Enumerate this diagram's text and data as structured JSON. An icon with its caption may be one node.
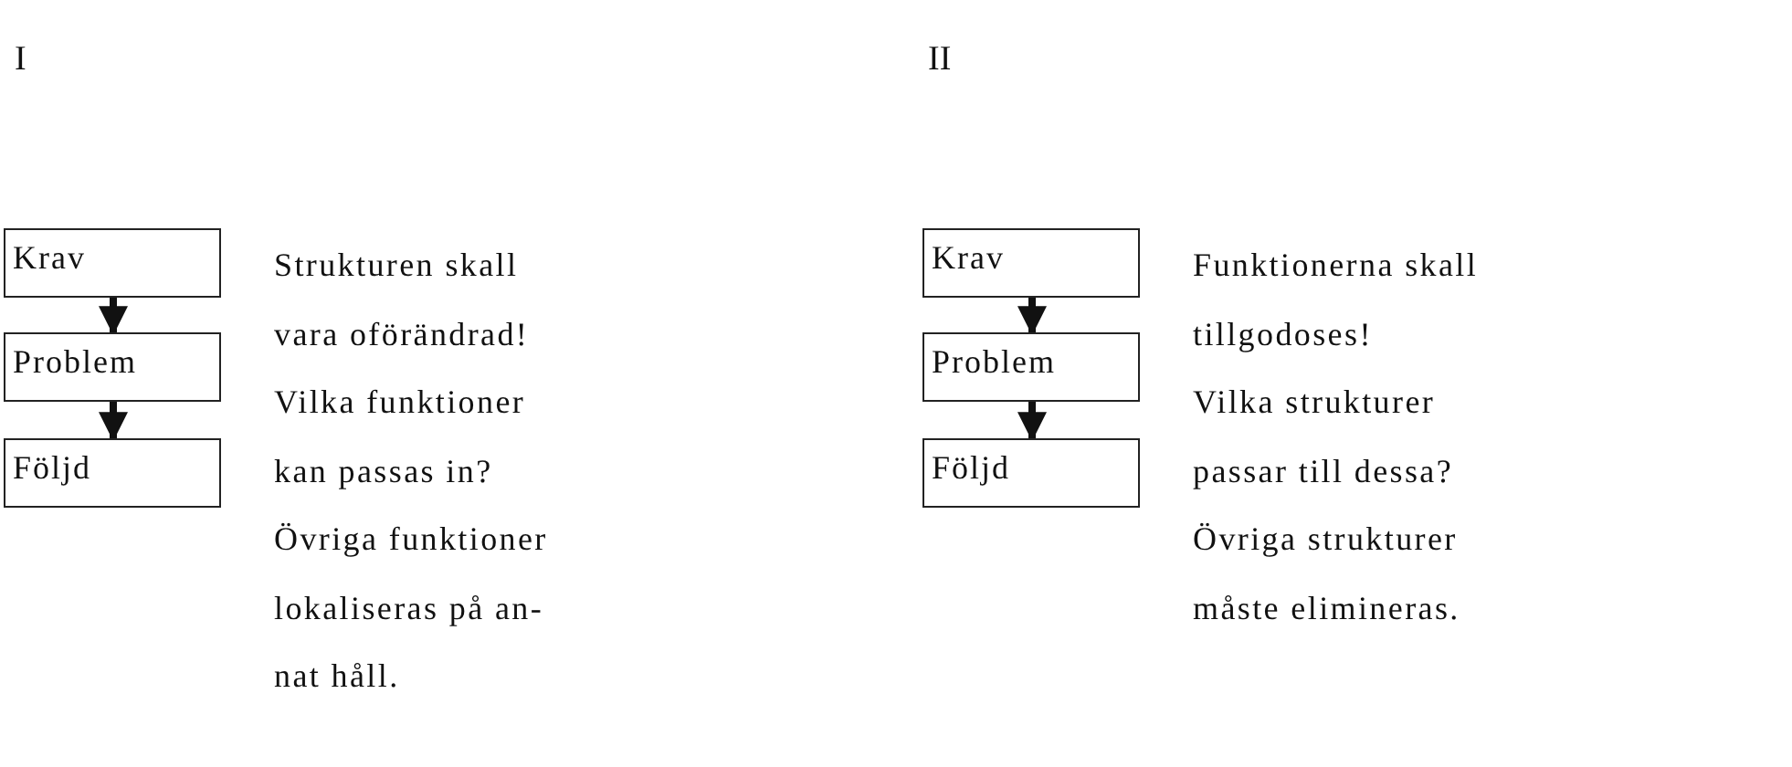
{
  "diagram": {
    "nodes": [
      {
        "text": [
          "Krav"
        ],
        "beside": [
          "Strukturen skall vara oförändrad!"
        ]
      },
      {
        "text": [
          "Problem"
        ],
        "beside": [
          "Vilka funktioner kan passas in?"
        ]
      },
      {
        "text": [
          "Följd"
        ],
        "beside": [
          "Övriga funktioner lokaliseras på an- nat håll."
        ]
      },
      {
        "text": [
          "Krav"
        ],
        "beside": [
          "Funktionerna skall tillgodoses!"
        ]
      },
      {
        "text": [
          "Problem"
        ],
        "beside": [
          "Vilka strukturer passar till dessa?"
        ]
      },
      {
        "text": [
          "Följd"
        ],
        "beside": [
          "Övriga strukturer måste elimineras."
        ]
      }
    ],
    "edges": [
      {
        "from": 0,
        "to": 1,
        "arrow": "to"
      },
      {
        "from": 1,
        "to": 2,
        "arrow": "to"
      },
      {
        "from": 3,
        "to": 4,
        "arrow": "to"
      },
      {
        "from": 4,
        "to": 5,
        "arrow": "to"
      }
    ],
    "labels": [
      "I",
      "II"
    ]
  }
}
